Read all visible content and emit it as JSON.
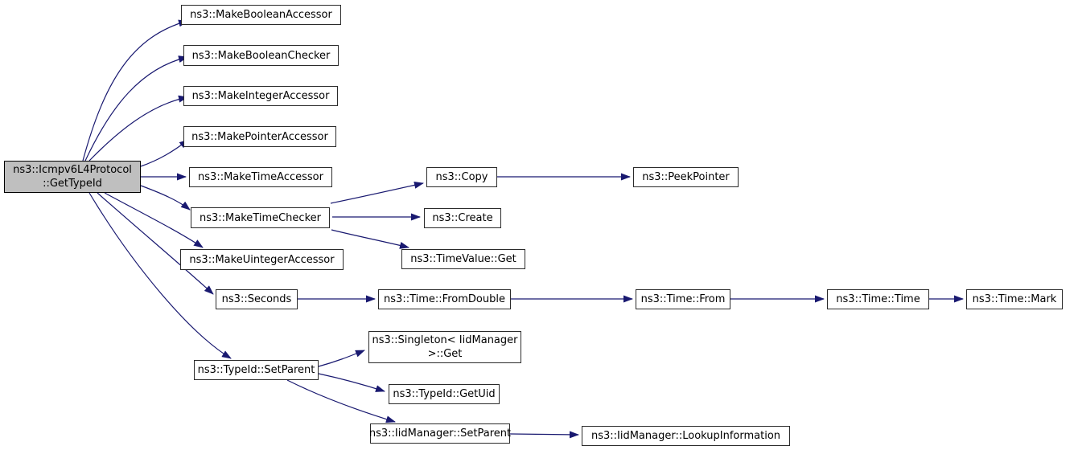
{
  "diagram": {
    "type": "call-graph",
    "root_id": "icmpv6l4protocol-gettypeid",
    "colors": {
      "edge": "#191970",
      "node_border": "#2b2b2b",
      "node_fill": "#ffffff",
      "root_fill": "#bfbfbf",
      "text": "#000000",
      "background": "#ffffff"
    },
    "nodes": [
      {
        "id": "icmpv6l4protocol-gettypeid",
        "label": "ns3::Icmpv6L4Protocol\n::GetTypeId"
      },
      {
        "id": "makebooleanaccessor",
        "label": "ns3::MakeBooleanAccessor"
      },
      {
        "id": "makebooleanchecker",
        "label": "ns3::MakeBooleanChecker"
      },
      {
        "id": "makeintegeraccessor",
        "label": "ns3::MakeIntegerAccessor"
      },
      {
        "id": "makepointeraccessor",
        "label": "ns3::MakePointerAccessor"
      },
      {
        "id": "maketimeaccessor",
        "label": "ns3::MakeTimeAccessor"
      },
      {
        "id": "maketimechecker",
        "label": "ns3::MakeTimeChecker"
      },
      {
        "id": "makeuintegeraccessor",
        "label": "ns3::MakeUintegerAccessor"
      },
      {
        "id": "seconds",
        "label": "ns3::Seconds"
      },
      {
        "id": "typeid-setparent",
        "label": "ns3::TypeId::SetParent"
      },
      {
        "id": "copy",
        "label": "ns3::Copy"
      },
      {
        "id": "peekpointer",
        "label": "ns3::PeekPointer"
      },
      {
        "id": "create",
        "label": "ns3::Create"
      },
      {
        "id": "timevalue-get",
        "label": "ns3::TimeValue::Get"
      },
      {
        "id": "time-fromdouble",
        "label": "ns3::Time::FromDouble"
      },
      {
        "id": "time-from",
        "label": "ns3::Time::From"
      },
      {
        "id": "time-time",
        "label": "ns3::Time::Time"
      },
      {
        "id": "time-mark",
        "label": "ns3::Time::Mark"
      },
      {
        "id": "singleton-iidmanager-get",
        "label": "ns3::Singleton< IidManager\n>::Get"
      },
      {
        "id": "typeid-getuid",
        "label": "ns3::TypeId::GetUid"
      },
      {
        "id": "iidmanager-setparent",
        "label": "ns3::IidManager::SetParent"
      },
      {
        "id": "iidmanager-lookupinformation",
        "label": "ns3::IidManager::LookupInformation"
      }
    ],
    "edges": [
      {
        "from": "icmpv6l4protocol-gettypeid",
        "to": "makebooleanaccessor"
      },
      {
        "from": "icmpv6l4protocol-gettypeid",
        "to": "makebooleanchecker"
      },
      {
        "from": "icmpv6l4protocol-gettypeid",
        "to": "makeintegeraccessor"
      },
      {
        "from": "icmpv6l4protocol-gettypeid",
        "to": "makepointeraccessor"
      },
      {
        "from": "icmpv6l4protocol-gettypeid",
        "to": "maketimeaccessor"
      },
      {
        "from": "icmpv6l4protocol-gettypeid",
        "to": "maketimechecker"
      },
      {
        "from": "icmpv6l4protocol-gettypeid",
        "to": "makeuintegeraccessor"
      },
      {
        "from": "icmpv6l4protocol-gettypeid",
        "to": "seconds"
      },
      {
        "from": "icmpv6l4protocol-gettypeid",
        "to": "typeid-setparent"
      },
      {
        "from": "maketimechecker",
        "to": "copy"
      },
      {
        "from": "maketimechecker",
        "to": "create"
      },
      {
        "from": "maketimechecker",
        "to": "timevalue-get"
      },
      {
        "from": "copy",
        "to": "peekpointer"
      },
      {
        "from": "seconds",
        "to": "time-fromdouble"
      },
      {
        "from": "time-fromdouble",
        "to": "time-from"
      },
      {
        "from": "time-from",
        "to": "time-time"
      },
      {
        "from": "time-time",
        "to": "time-mark"
      },
      {
        "from": "typeid-setparent",
        "to": "singleton-iidmanager-get"
      },
      {
        "from": "typeid-setparent",
        "to": "typeid-getuid"
      },
      {
        "from": "typeid-setparent",
        "to": "iidmanager-setparent"
      },
      {
        "from": "iidmanager-setparent",
        "to": "iidmanager-lookupinformation"
      }
    ]
  }
}
